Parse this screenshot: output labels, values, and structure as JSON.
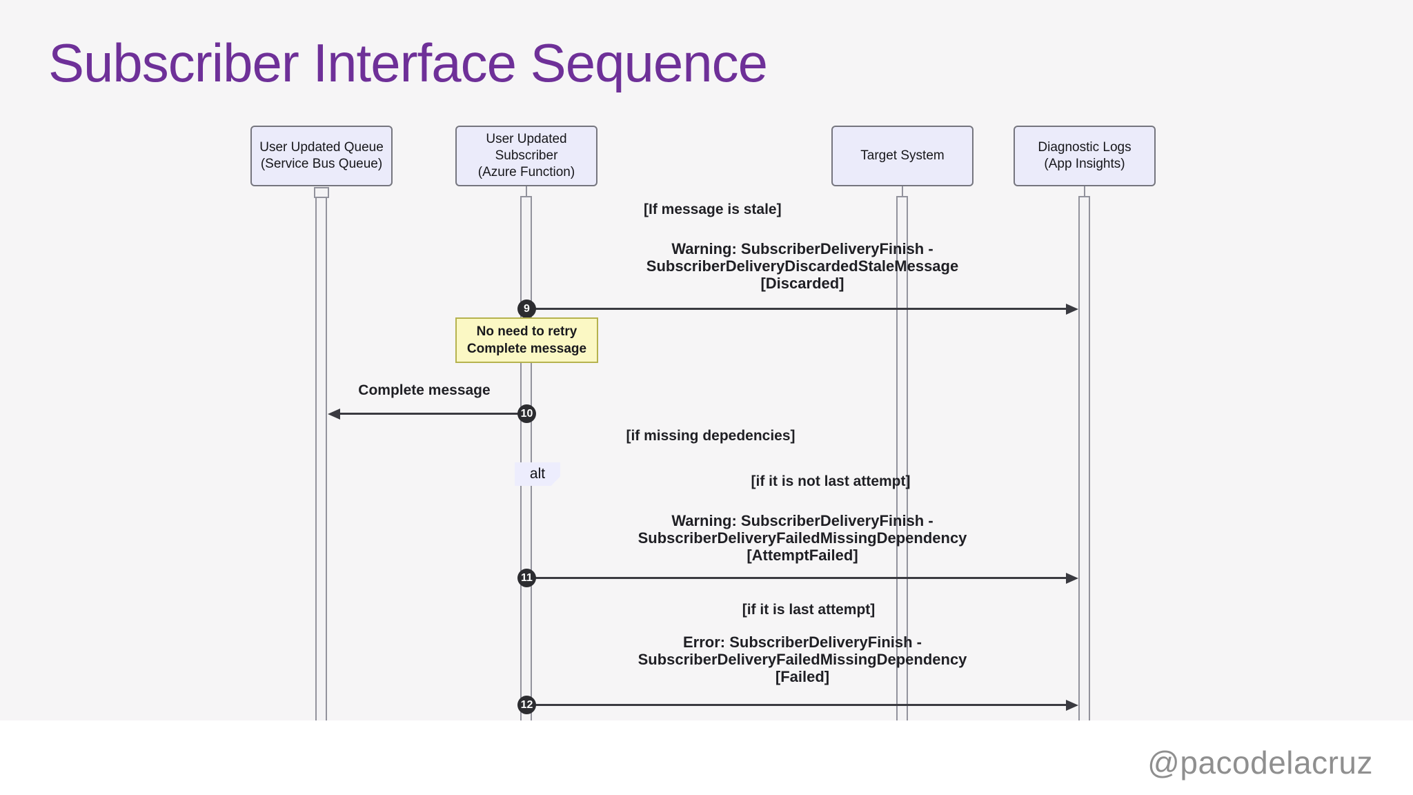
{
  "slide": {
    "title": "Subscriber Interface Sequence",
    "footer_handle": "@pacodelacruz"
  },
  "diagram": {
    "participants": [
      {
        "line1": "User Updated Queue",
        "line2": "(Service Bus Queue)"
      },
      {
        "line1": "User Updated Subscriber",
        "line2": "(Azure Function)"
      },
      {
        "line1": "Target System",
        "line2": ""
      },
      {
        "line1": "Diagnostic Logs",
        "line2": "(App Insights)"
      }
    ],
    "guards": {
      "stale": "[If message is stale]",
      "missing_dep": "[if missing depedencies]",
      "not_last": "[if it is not last attempt]",
      "last": "[if it is last attempt]"
    },
    "messages": {
      "msg9": {
        "num": "9",
        "line1": "Warning: SubscriberDeliveryFinish -",
        "line2": "SubscriberDeliveryDiscardedStaleMessage",
        "line3": "[Discarded]"
      },
      "msg10": {
        "num": "10",
        "label": "Complete message"
      },
      "msg11": {
        "num": "11",
        "line1": "Warning: SubscriberDeliveryFinish -",
        "line2": "SubscriberDeliveryFailedMissingDependency",
        "line3": "[AttemptFailed]"
      },
      "msg12": {
        "num": "12",
        "line1": "Error: SubscriberDeliveryFinish -",
        "line2": "SubscriberDeliveryFailedMissingDependency",
        "line3": "[Failed]"
      }
    },
    "note": {
      "line1": "No need to retry",
      "line2": "Complete message"
    },
    "alt_label": "alt",
    "colors": {
      "title": "#6E3098",
      "background": "#F6F5F6",
      "participant_fill": "#EBEBFA",
      "participant_border": "#75757E",
      "note_fill": "#FBF8C4",
      "note_border": "#B5B24E",
      "arrow": "#3A3A40",
      "number_circle_fill": "#2C2C30",
      "alt_label_fill": "#EDEDFD",
      "footer_text": "#8F8F8F"
    }
  }
}
